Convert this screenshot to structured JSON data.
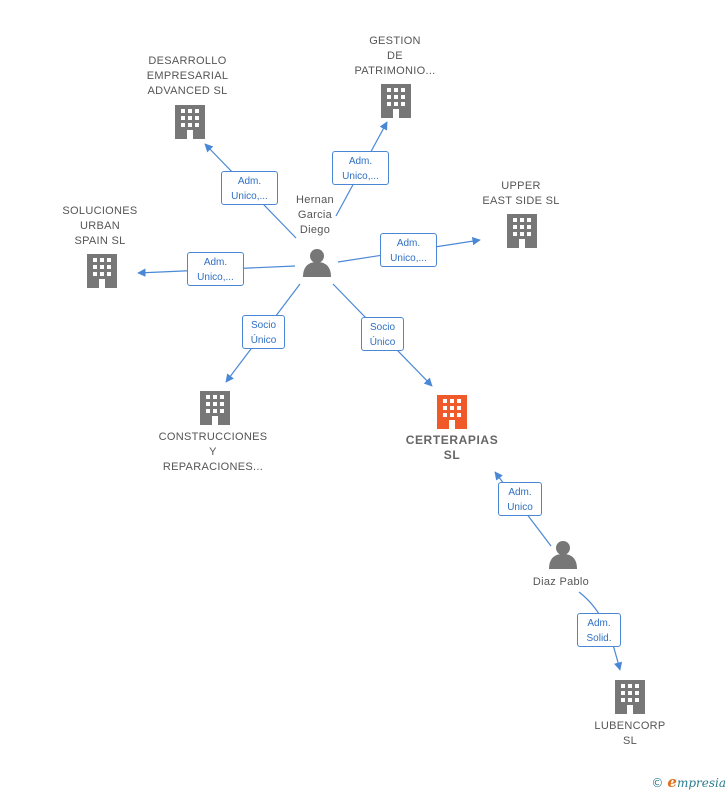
{
  "colors": {
    "edge": "#4a88d6",
    "company_icon": "#777777",
    "main_company_icon": "#f05a2a",
    "person_icon": "#777777"
  },
  "nodes": {
    "hernan": {
      "label": "Hernan\nGarcia\nDiego",
      "icon": "person-icon"
    },
    "diaz": {
      "label": "Diaz Pablo",
      "icon": "person-icon"
    },
    "desarrollo": {
      "label": "DESARROLLO\nEMPRESARIAL\nADVANCED  SL",
      "icon": "building-icon"
    },
    "gestion": {
      "label": "GESTION\nDE\nPATRIMONIO...",
      "icon": "building-icon"
    },
    "soluciones": {
      "label": "SOLUCIONES\nURBAN\nSPAIN  SL",
      "icon": "building-icon"
    },
    "upper": {
      "label": "UPPER\nEAST SIDE  SL",
      "icon": "building-icon"
    },
    "construcciones": {
      "label": "CONSTRUCCIONES\nY\nREPARACIONES...",
      "icon": "building-icon"
    },
    "certerapias": {
      "label": "CERTERAPIAS\nSL",
      "icon": "building-icon"
    },
    "lubencorp": {
      "label": "LUBENCORP\nSL",
      "icon": "building-icon"
    }
  },
  "edges": [
    {
      "id": "hernan-desarrollo",
      "label": "Adm.\nUnico,..."
    },
    {
      "id": "hernan-gestion",
      "label": "Adm.\nUnico,..."
    },
    {
      "id": "hernan-soluciones",
      "label": "Adm.\nUnico,..."
    },
    {
      "id": "hernan-upper",
      "label": "Adm.\nUnico,..."
    },
    {
      "id": "hernan-construcciones",
      "label": "Socio\nÚnico"
    },
    {
      "id": "hernan-certerapias",
      "label": "Socio\nÚnico"
    },
    {
      "id": "diaz-certerapias",
      "label": "Adm.\nUnico"
    },
    {
      "id": "diaz-lubencorp",
      "label": "Adm.\nSolid."
    }
  ],
  "footer": {
    "copyright": "©",
    "brand_initial": "e",
    "brand_rest": "mpresia"
  }
}
